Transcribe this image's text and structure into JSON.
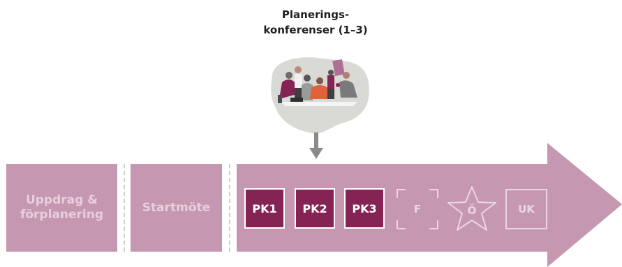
{
  "heading": "Planerings-\nkonferenser (1–3)",
  "illustration_icon": "planning-meeting-illustration",
  "phases": {
    "uppdrag": "Uppdrag &\nförplanering",
    "startmote": "Startmöte"
  },
  "pk_boxes": [
    {
      "label": "PK1"
    },
    {
      "label": "PK2"
    },
    {
      "label": "PK3"
    }
  ],
  "future_steps": {
    "f": "F",
    "star": "Ö",
    "uk": "UK"
  },
  "colors": {
    "phase_bg": "#c597b1",
    "pk_fill": "#852454",
    "outline": "#ecd6e2",
    "cloud": "#d9d9d6",
    "pointer": "#8a8a8a"
  }
}
